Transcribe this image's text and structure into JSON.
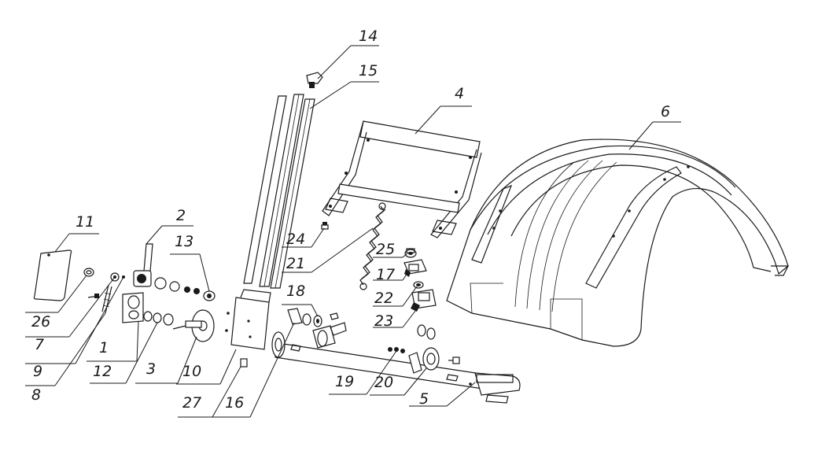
{
  "callouts": [
    "1",
    "2",
    "3",
    "4",
    "5",
    "6",
    "7",
    "8",
    "9",
    "10",
    "11",
    "12",
    "13",
    "14",
    "15",
    "16",
    "17",
    "18",
    "19",
    "20",
    "21",
    "22",
    "23",
    "24",
    "25",
    "26",
    "27"
  ],
  "colors": {
    "line": "#1a1a1a",
    "background": "#ffffff"
  }
}
